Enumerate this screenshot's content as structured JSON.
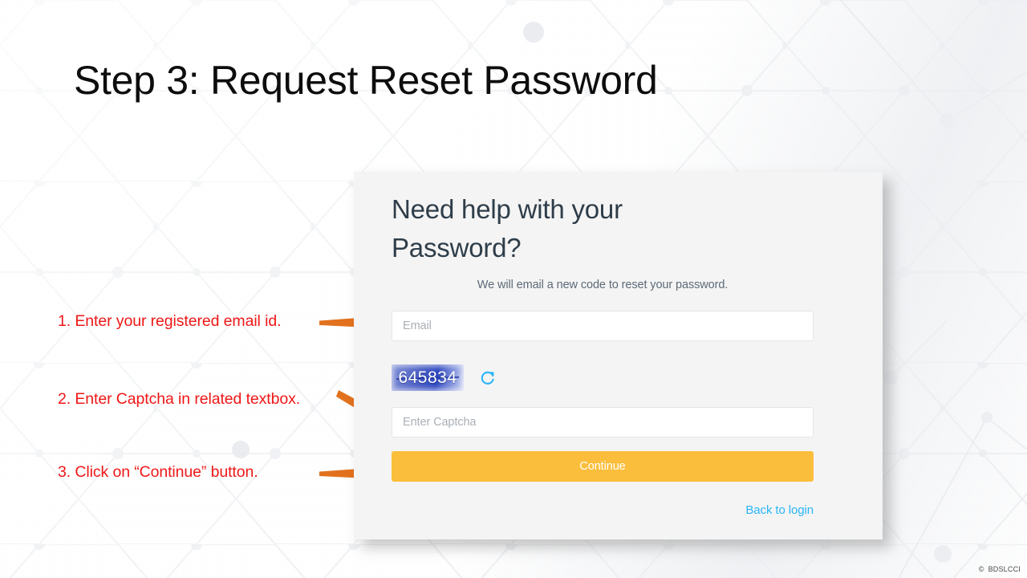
{
  "slide": {
    "title": "Step 3: Request Reset Password",
    "watermark_symbol": "©",
    "watermark_text": "BDSLCCI"
  },
  "annotations": [
    {
      "id": 1,
      "text": "1. Enter your registered email id.",
      "arrow": "arrow-right",
      "color": "#ef1717"
    },
    {
      "id": 2,
      "text": "2. Enter Captcha in related textbox.",
      "arrow": "arrow-down-right",
      "color": "#ef1717"
    },
    {
      "id": 3,
      "text": "3. Click on “Continue” button.",
      "arrow": "arrow-right",
      "color": "#ef1717"
    }
  ],
  "card": {
    "heading": "Need help with your Password?",
    "subtitle": "We will email a new code to reset your password.",
    "email_field": {
      "placeholder": "Email",
      "value": ""
    },
    "captcha": {
      "code": "645834",
      "refresh_icon": "refresh-icon",
      "input_placeholder": "Enter Captcha",
      "input_value": ""
    },
    "continue_label": "Continue",
    "back_link_label": "Back to login"
  },
  "colors": {
    "accent_button": "#fbbe3c",
    "link": "#29b6f6",
    "annotation": "#ef1717",
    "arrow": "#e2711d",
    "heading": "#2e3d49",
    "card_bg": "#f4f4f4"
  }
}
